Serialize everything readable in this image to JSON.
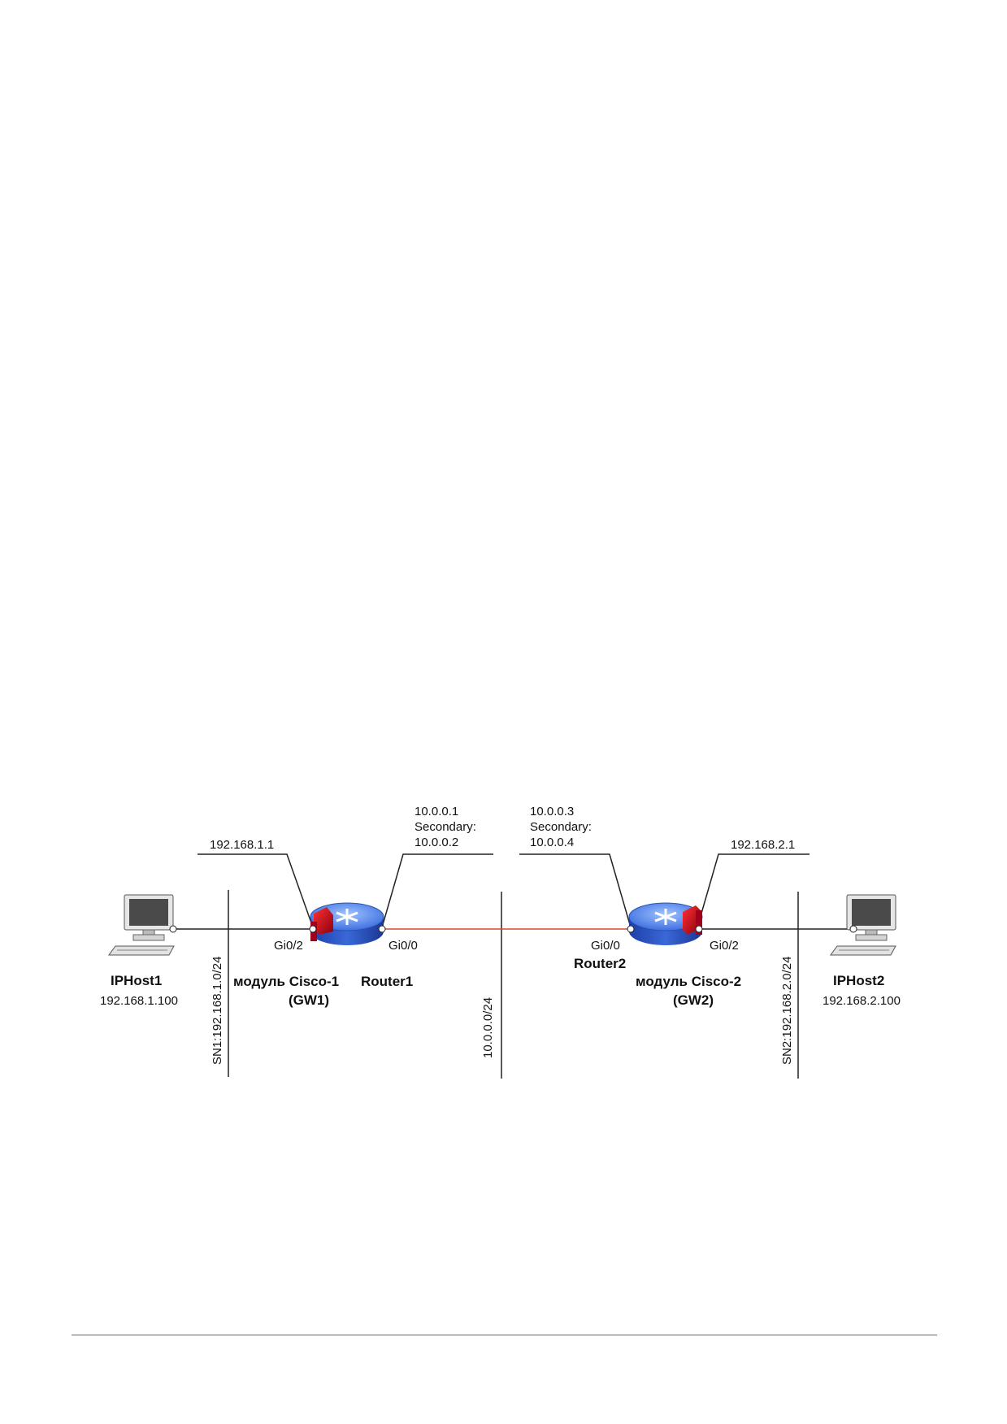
{
  "diagram": {
    "hosts": [
      {
        "name": "IPHost1",
        "ip": "192.168.1.100"
      },
      {
        "name": "IPHost2",
        "ip": "192.168.2.100"
      }
    ],
    "routers": [
      {
        "name": "Router1",
        "module": "модуль Cisco-1",
        "gw": "(GW1)"
      },
      {
        "name": "Router2",
        "module": "модуль Cisco-2",
        "gw": "(GW2)"
      }
    ],
    "interfaces": {
      "r1_left": "Gi0/2",
      "r1_right": "Gi0/0",
      "r2_left": "Gi0/0",
      "r2_right": "Gi0/2"
    },
    "callouts": {
      "r1_lan_ip": "192.168.1.1",
      "r1_wan": [
        "10.0.0.1",
        "Secondary:",
        "10.0.0.2"
      ],
      "r2_wan": [
        "10.0.0.3",
        "Secondary:",
        "10.0.0.4"
      ],
      "r2_lan_ip": "192.168.2.1"
    },
    "subnets": {
      "sn1": "SN1:192.168.1.0/24",
      "mid": "10.0.0.0/24",
      "sn2": "SN2:192.168.2.0/24"
    },
    "colors": {
      "wan_link": "#d9463c",
      "router_body": "#2f5fd0",
      "router_top": "#6f9ef5",
      "module": "#cc0010"
    }
  }
}
